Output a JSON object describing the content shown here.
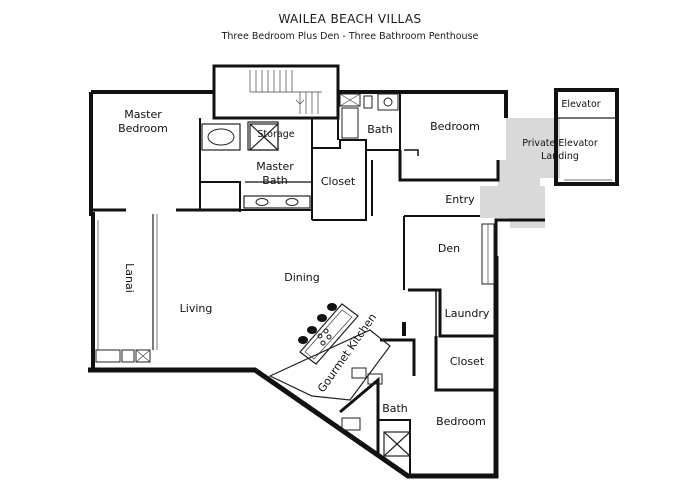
{
  "header": {
    "title": "WAILEA BEACH VILLAS",
    "subtitle": "Three Bedroom Plus Den - Three Bathroom Penthouse"
  },
  "rooms": {
    "master_bedroom_1": "Master",
    "master_bedroom_2": "Bedroom",
    "storage": "Storage",
    "master_bath_1": "Master",
    "master_bath_2": "Bath",
    "closet_upper": "Closet",
    "bath_upper": "Bath",
    "bedroom_upper": "Bedroom",
    "elevator": "Elevator",
    "private_elevator_1": "Private Elevator",
    "private_elevator_2": "Landing",
    "entry": "Entry",
    "den": "Den",
    "dining": "Dining",
    "lanai": "Lanai",
    "living": "Living",
    "gourmet_kitchen": "Gourmet Kitchen",
    "laundry": "Laundry",
    "closet_lower": "Closet",
    "bath_lower": "Bath",
    "bedroom_lower": "Bedroom"
  },
  "colors": {
    "wall": "#111111",
    "landing_fill": "#d9d9d9",
    "background": "#ffffff"
  }
}
